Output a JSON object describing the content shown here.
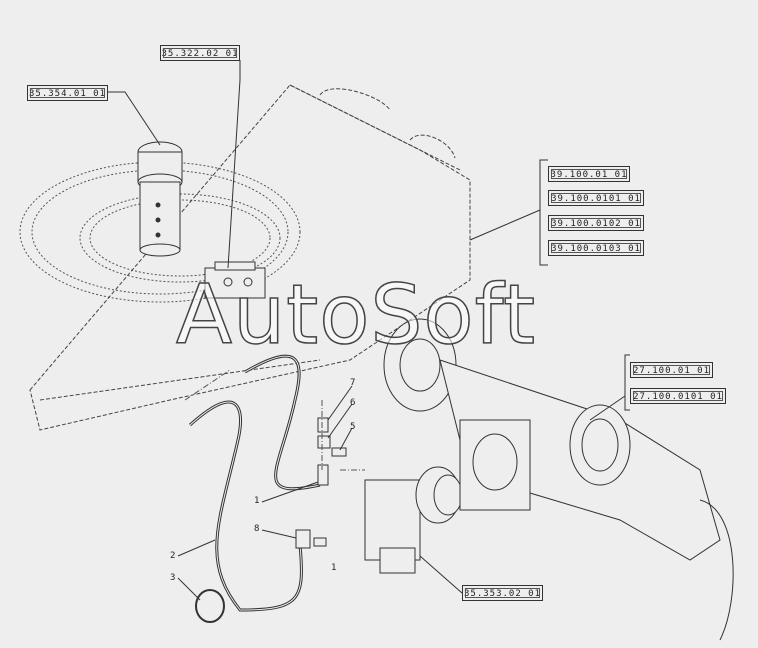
{
  "references": [
    {
      "id": "ref-35-354",
      "label": "35.354.01 01"
    },
    {
      "id": "ref-35-322",
      "label": "35.322.02 01"
    },
    {
      "id": "ref-39-100-a",
      "label": "39.100.01 01"
    },
    {
      "id": "ref-39-100-b",
      "label": "39.100.0101 01"
    },
    {
      "id": "ref-39-100-c",
      "label": "39.100.0102 01"
    },
    {
      "id": "ref-39-100-d",
      "label": "39.100.0103 01"
    },
    {
      "id": "ref-27-100-a",
      "label": "27.100.01 01"
    },
    {
      "id": "ref-27-100-b",
      "label": "27.100.0101 01"
    },
    {
      "id": "ref-35-353",
      "label": "35.353.02 01"
    }
  ],
  "callouts": [
    "7",
    "6",
    "5",
    "1",
    "8",
    "1",
    "2",
    "3"
  ],
  "watermark": "AutoSoft",
  "colors": {
    "background": "#eeeeee",
    "line": "#333333"
  }
}
